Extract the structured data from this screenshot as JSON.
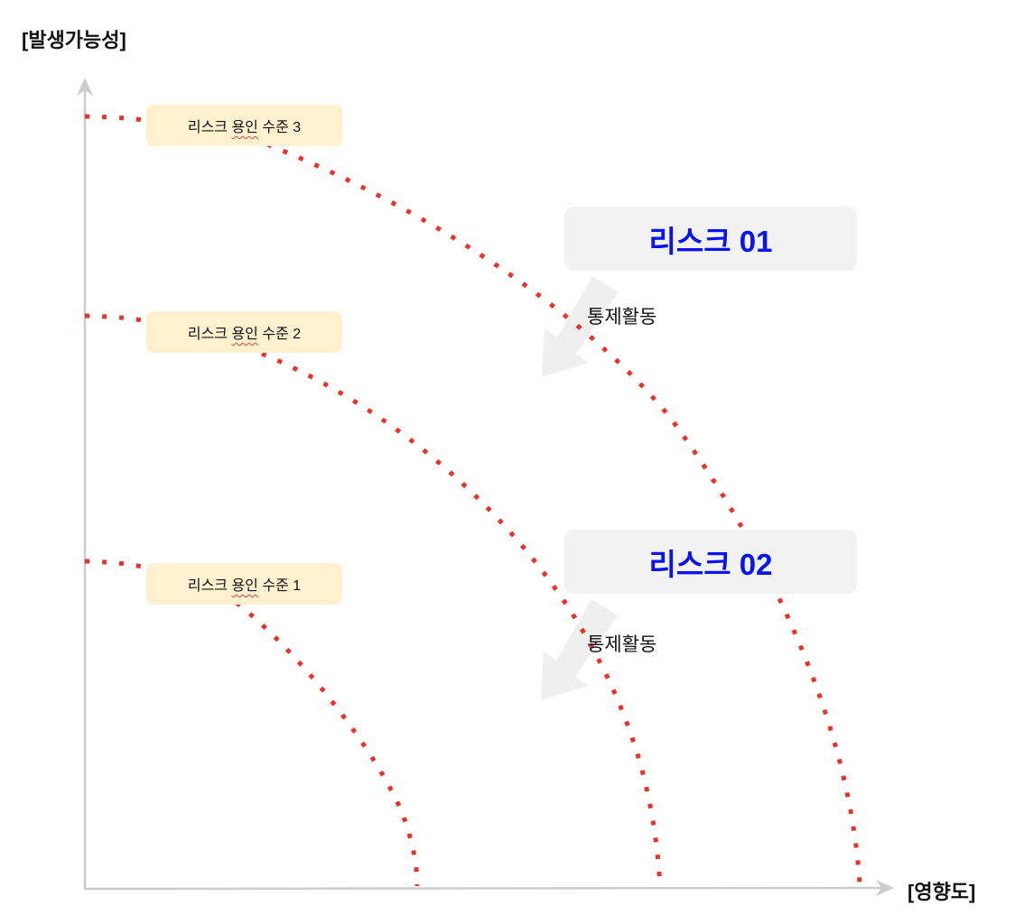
{
  "axes": {
    "y_label": "[발생가능성]",
    "x_label": "[영향도]",
    "color": "#cccccc"
  },
  "levels": [
    {
      "prefix": "리스크 ",
      "squiggly": "용인",
      "suffix": " 수준 3",
      "full": "리스크 용인 수준 3"
    },
    {
      "prefix": "리스크 ",
      "squiggly": "용인",
      "suffix": " 수준 2",
      "full": "리스크 용인 수준 2"
    },
    {
      "prefix": "리스크 ",
      "squiggly": "용인",
      "suffix": " 수준 1",
      "full": "리스크 용인 수준 1"
    }
  ],
  "risks": [
    {
      "label": "리스크 01",
      "control": "통제활동"
    },
    {
      "label": "리스크 02",
      "control": "통제활동"
    }
  ],
  "colors": {
    "curve": "#e8332a",
    "level_box_bg": "#fdf1cf",
    "risk_box_bg": "#f2f2f3",
    "risk_text": "#0a12ee",
    "arrow": "#efefef"
  }
}
